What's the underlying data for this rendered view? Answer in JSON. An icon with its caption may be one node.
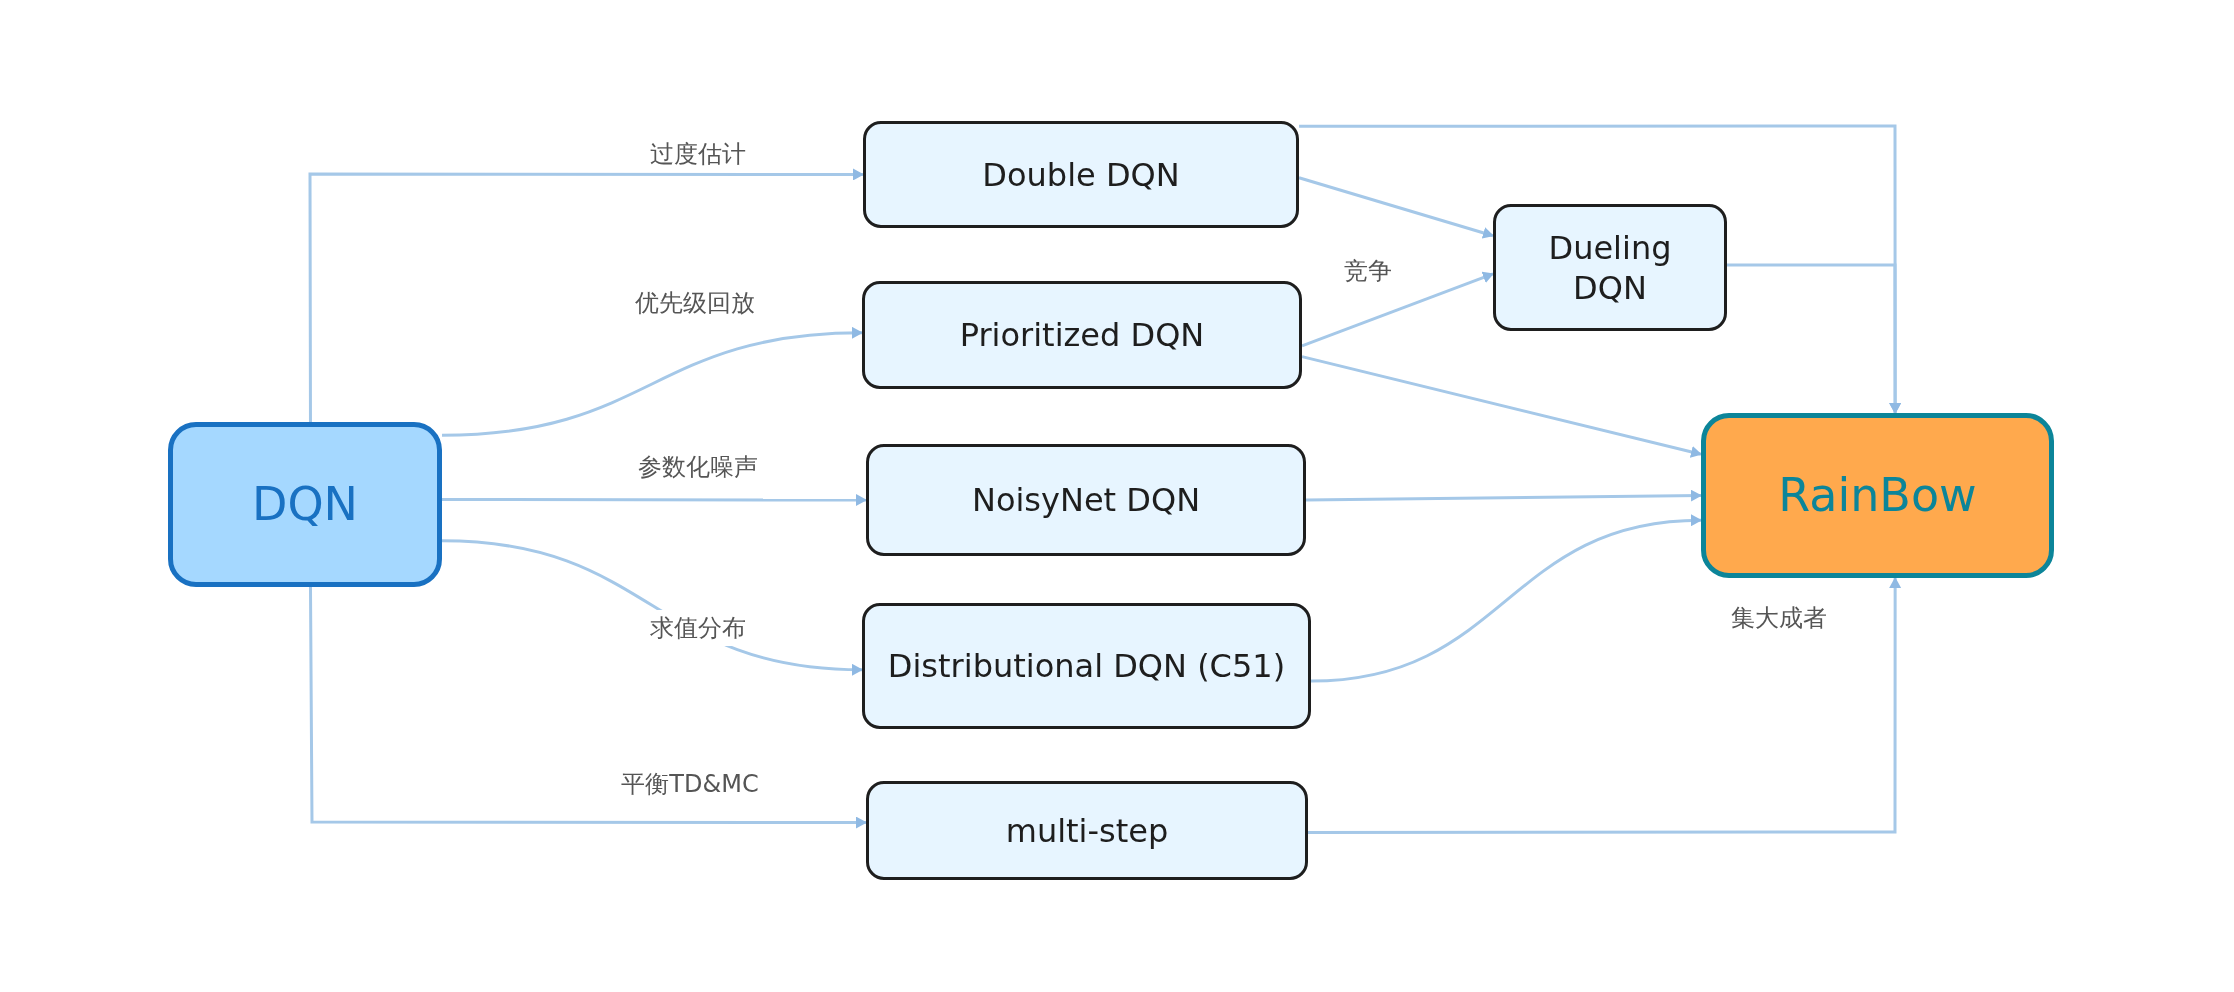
{
  "diagram": {
    "nodes": [
      {
        "text": [
          "DQN"
        ]
      },
      {
        "text": [
          "Double DQN"
        ]
      },
      {
        "text": [
          "Dueling DQN"
        ]
      },
      {
        "text": [
          "Prioritized DQN"
        ]
      },
      {
        "text": [
          "RainBow"
        ],
        "beside": [
          "集大成者"
        ]
      },
      {
        "text": [
          "NoisyNet DQN"
        ]
      },
      {
        "text": [
          "Distributional DQN (C51)"
        ]
      },
      {
        "text": [
          "multi-step"
        ]
      }
    ],
    "edges": [
      {
        "from": 0,
        "to": 1,
        "arrow": "to",
        "label": "过度估计"
      },
      {
        "from": 0,
        "to": 3,
        "arrow": "to",
        "label": "优先级回放"
      },
      {
        "from": 0,
        "to": 5,
        "arrow": "to",
        "label": "参数化噪声"
      },
      {
        "from": 0,
        "to": 6,
        "arrow": "to",
        "label": "求值分布"
      },
      {
        "from": 0,
        "to": 7,
        "arrow": "to",
        "label": "平衡TD&MC"
      },
      {
        "from": 1,
        "to": 2,
        "arrow": "to"
      },
      {
        "from": 3,
        "to": 2,
        "arrow": "to",
        "label": "竞争"
      },
      {
        "from": 1,
        "to": 4,
        "arrow": "to"
      },
      {
        "from": 2,
        "to": 4,
        "arrow": "to"
      },
      {
        "from": 3,
        "to": 4,
        "arrow": "to"
      },
      {
        "from": 5,
        "to": 4,
        "arrow": "to"
      },
      {
        "from": 6,
        "to": 4,
        "arrow": "to"
      },
      {
        "from": 7,
        "to": 4,
        "arrow": "to"
      }
    ]
  }
}
